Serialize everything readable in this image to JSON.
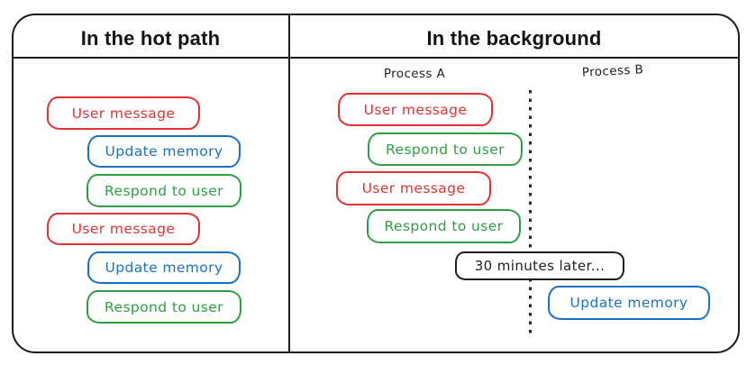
{
  "left_panel": {
    "title": "In the hot path",
    "boxes": [
      {
        "label": "User message",
        "color": "red"
      },
      {
        "label": "Update memory",
        "color": "blue"
      },
      {
        "label": "Respond to user",
        "color": "green"
      },
      {
        "label": "User message",
        "color": "red"
      },
      {
        "label": "Update memory",
        "color": "blue"
      },
      {
        "label": "Respond to user",
        "color": "green"
      }
    ]
  },
  "right_panel": {
    "title": "In the background",
    "process_a": {
      "label": "Process A",
      "boxes": [
        {
          "label": "User message",
          "color": "red"
        },
        {
          "label": "Respond to user",
          "color": "green"
        },
        {
          "label": "User message",
          "color": "red"
        },
        {
          "label": "Respond to user",
          "color": "green"
        }
      ]
    },
    "timeline_note": {
      "label": "30 minutes later...",
      "color": "black"
    },
    "process_b": {
      "label": "Process B",
      "boxes": [
        {
          "label": "Update memory",
          "color": "blue"
        }
      ]
    }
  },
  "colors": {
    "red": "#e03131",
    "blue": "#1971c2",
    "green": "#2f9e44",
    "black": "#1e1e1e",
    "frame_border": "#1b1b1b"
  }
}
